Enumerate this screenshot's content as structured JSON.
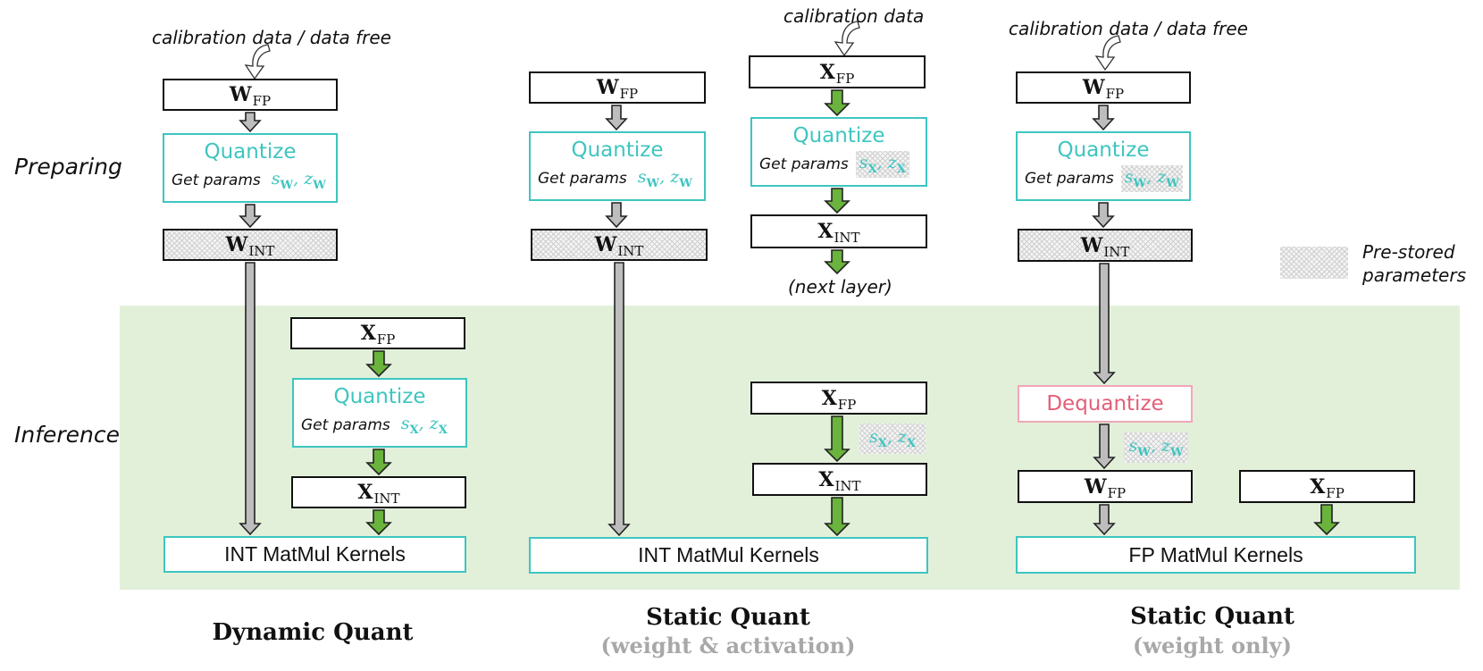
{
  "stages": {
    "preparing": "Preparing",
    "inference": "Inference"
  },
  "notes": {
    "calib_free": "calibration data / data free",
    "calib": "calibration data",
    "next_layer": "(next layer)",
    "legend": "Pre-stored parameters"
  },
  "labels": {
    "quantize": "Quantize",
    "dequantize": "Dequantize",
    "get_params": "Get params",
    "int_kernels": "INT MatMul Kernels",
    "fp_kernels": "FP MatMul Kernels"
  },
  "symbols": {
    "W": "W",
    "X": "X",
    "FP": "FP",
    "INT": "INT",
    "s": "s",
    "z": "z",
    "wsub": "W",
    "xsub": "X"
  },
  "titles": {
    "dynamic": "Dynamic Quant",
    "static_wa": "Static Quant",
    "static_wa_sub": "(weight & activation)",
    "static_wo": "Static Quant",
    "static_wo_sub": "(weight only)"
  },
  "colors": {
    "teal": "#3ec5c0",
    "pink": "#e45e78",
    "green_arrow": "#6ab33d",
    "gray_arrow": "#bdbdbd",
    "inference_bg": "#e2f0d9",
    "subtitle_gray": "#a8a8a8"
  },
  "icons": [
    "curved-arrow-icon",
    "hatch-pattern-icon"
  ]
}
